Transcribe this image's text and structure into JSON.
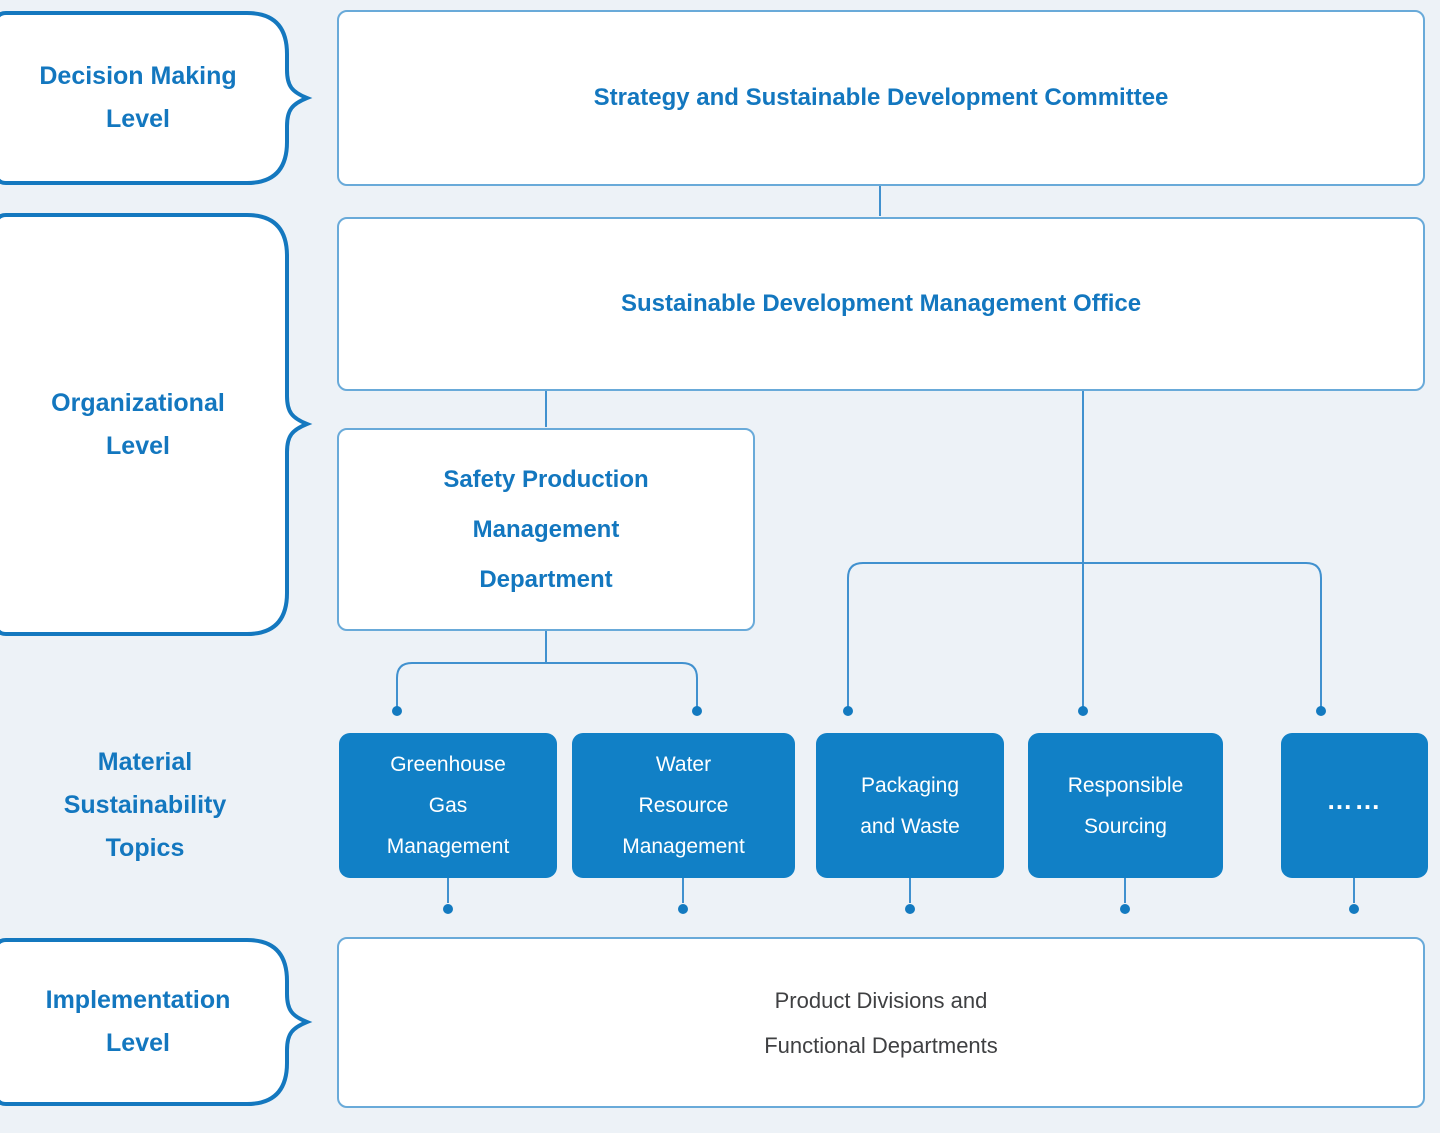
{
  "colors": {
    "bg": "#edf2f7",
    "node-bg": "#ffffff",
    "node-border": "#69aad9",
    "accent-text": "#1377bf",
    "brace": "#1478bf",
    "line": "#4191cf",
    "dot": "#137ac0",
    "topic-fill": "#1180c6",
    "topic-text": "#ffffff",
    "impl-text": "#3f4042"
  },
  "levels": {
    "decision": {
      "lines": [
        "Decision Making",
        "Level"
      ]
    },
    "organizational": {
      "lines": [
        "Organizational",
        "Level"
      ]
    },
    "material": {
      "lines": [
        "Material",
        "Sustainability",
        "Topics"
      ]
    },
    "implementation": {
      "lines": [
        "Implementation",
        "Level"
      ]
    }
  },
  "nodes": {
    "committee": {
      "label": "Strategy and Sustainable Development Committee"
    },
    "office": {
      "label": "Sustainable Development Management Office"
    },
    "safety": {
      "lines": [
        "Safety Production",
        "Management",
        "Department"
      ]
    },
    "topics": [
      {
        "lines": [
          "Greenhouse",
          "Gas",
          "Management"
        ]
      },
      {
        "lines": [
          "Water",
          "Resource",
          "Management"
        ]
      },
      {
        "lines": [
          "Packaging",
          "and Waste"
        ]
      },
      {
        "lines": [
          "Responsible",
          "Sourcing"
        ]
      },
      {
        "lines": [
          "……"
        ]
      }
    ],
    "implementation_unit": {
      "lines": [
        "Product Divisions and",
        "Functional Departments"
      ]
    }
  }
}
